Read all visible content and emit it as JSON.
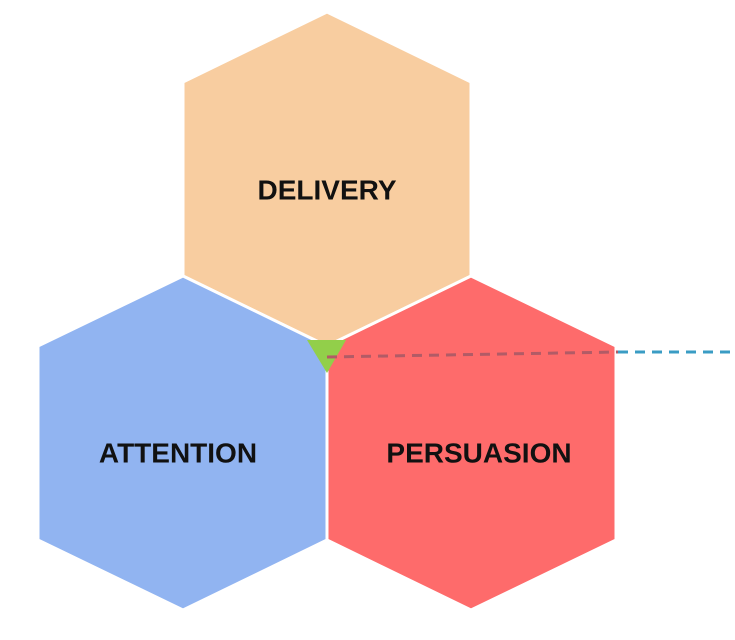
{
  "diagram": {
    "hexagons": [
      {
        "id": "delivery",
        "label": "DELIVERY",
        "color": "#f8cda0"
      },
      {
        "id": "attention",
        "label": "ATTENTION",
        "color": "#91b4f1"
      },
      {
        "id": "persuasion",
        "label": "PERSUASION",
        "color": "#fe6b6b"
      }
    ],
    "center_marker_color": "#92cf4a",
    "connector": {
      "inner_color": "#b25b66",
      "outer_color": "#3a9cc4"
    }
  }
}
